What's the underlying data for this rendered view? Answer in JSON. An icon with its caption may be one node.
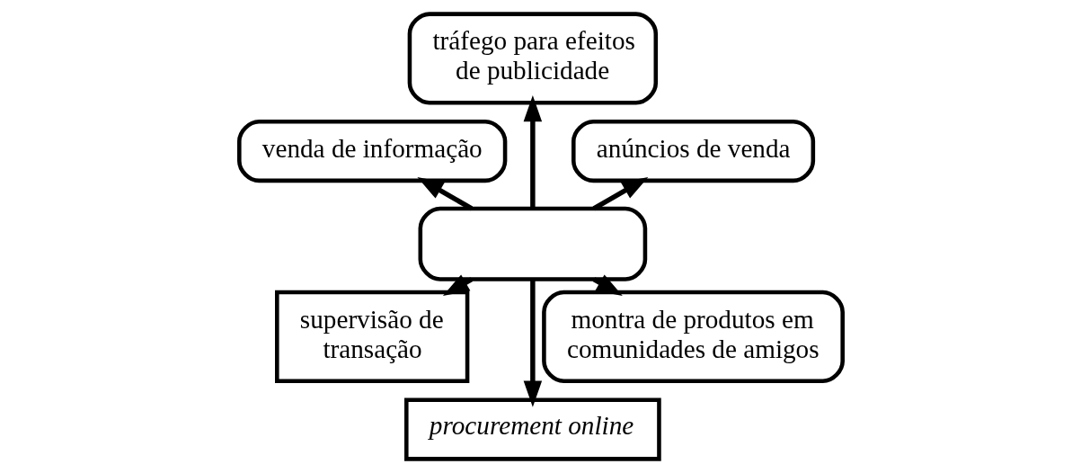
{
  "diagram": {
    "nodes": [
      {
        "text": [
          "anúncios de venda"
        ]
      },
      {
        "text": [
          "tráfego para efeitos de publicidade"
        ]
      },
      {
        "text": [
          "venda de informação"
        ]
      },
      {
        "text": [],
        "shape": "box"
      },
      {
        "text": [
          "supervisão de transação"
        ]
      },
      {
        "text": [
          "procurement online"
        ]
      },
      {
        "text": [
          "montra de produtos em comunidades de amigos"
        ]
      }
    ],
    "edges": [
      {
        "from": 3,
        "to": 0,
        "arrow": "to"
      },
      {
        "from": 3,
        "to": 1,
        "arrow": "to"
      },
      {
        "from": 3,
        "to": 2,
        "arrow": "to"
      },
      {
        "from": 3,
        "to": 4,
        "arrow": "to"
      },
      {
        "from": 3,
        "to": 5,
        "arrow": "to"
      },
      {
        "from": 3,
        "to": 6,
        "arrow": "to"
      }
    ]
  }
}
